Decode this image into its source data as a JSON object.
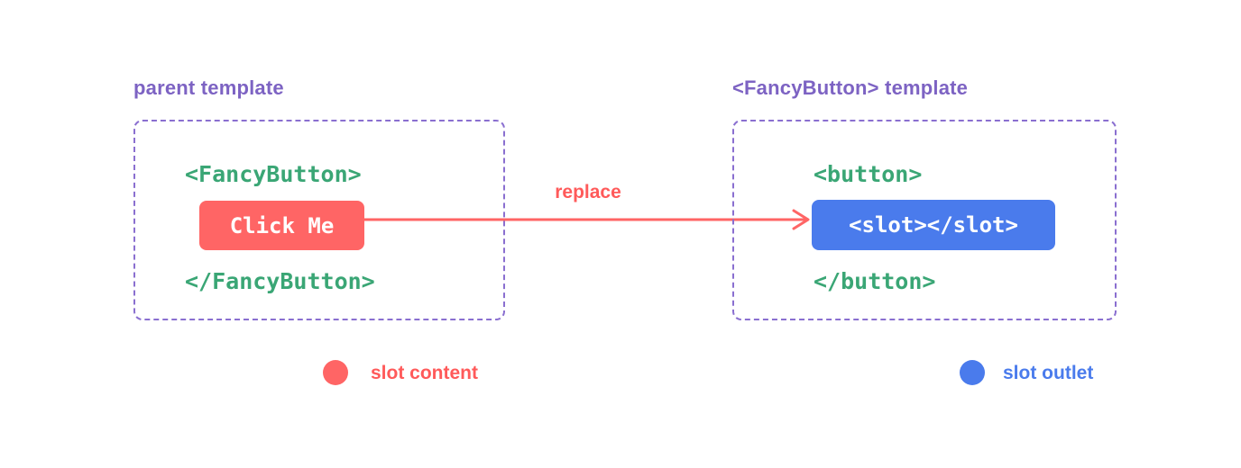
{
  "colors": {
    "purple_label": "#7d63c3",
    "purple_border": "#8a6fd0",
    "green_code": "#3aa675",
    "red_accent": "#ff6565",
    "blue_accent": "#4a7bec",
    "chip_text": "#ffffff",
    "background": "#ffffff"
  },
  "left_panel": {
    "title": "parent template",
    "open_tag": "<FancyButton>",
    "slot_content_label": "Click Me",
    "close_tag": "</FancyButton>"
  },
  "arrow": {
    "label": "replace"
  },
  "right_panel": {
    "title": "<FancyButton> template",
    "open_tag": "<button>",
    "slot_outlet_label": "<slot></slot>",
    "close_tag": "</button>"
  },
  "legend": {
    "slot_content": "slot content",
    "slot_outlet": "slot outlet"
  }
}
